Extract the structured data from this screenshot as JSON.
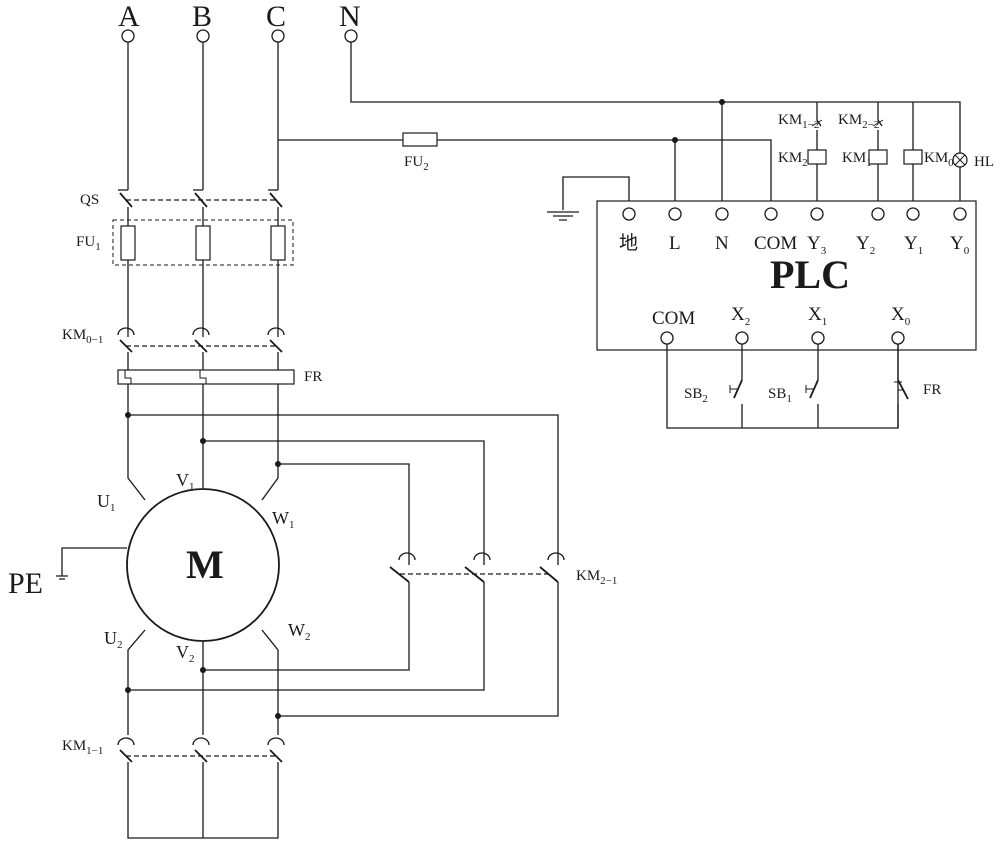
{
  "phases": {
    "a": "A",
    "b": "B",
    "c": "C",
    "n": "N"
  },
  "components": {
    "qs": "QS",
    "fu1": {
      "base": "FU",
      "sub": "1"
    },
    "fu2": {
      "base": "FU",
      "sub": "2"
    },
    "km0_1": {
      "base": "KM",
      "sub": "0−1"
    },
    "fr": "FR",
    "km1_1": {
      "base": "KM",
      "sub": "1−1"
    },
    "km2_1": {
      "base": "KM",
      "sub": "2−1"
    },
    "pe": "PE",
    "hl": "HL"
  },
  "motor": {
    "label": "M",
    "u1": {
      "base": "U",
      "sub": "1"
    },
    "v1": {
      "base": "V",
      "sub": "1"
    },
    "w1": {
      "base": "W",
      "sub": "1"
    },
    "u2": {
      "base": "U",
      "sub": "2"
    },
    "v2": {
      "base": "V",
      "sub": "2"
    },
    "w2": {
      "base": "W",
      "sub": "2"
    }
  },
  "plc": {
    "title": "PLC",
    "outputs": [
      {
        "base": "地",
        "sub": ""
      },
      {
        "base": "L",
        "sub": ""
      },
      {
        "base": "N",
        "sub": ""
      },
      {
        "base": "COM",
        "sub": ""
      },
      {
        "base": "Y",
        "sub": "3"
      },
      {
        "base": "Y",
        "sub": "2"
      },
      {
        "base": "Y",
        "sub": "1"
      },
      {
        "base": "Y",
        "sub": "0"
      }
    ],
    "inputs": [
      {
        "base": "COM",
        "sub": ""
      },
      {
        "base": "X",
        "sub": "2"
      },
      {
        "base": "X",
        "sub": "1"
      },
      {
        "base": "X",
        "sub": "0"
      }
    ]
  },
  "coils": {
    "km1_2": {
      "base": "KM",
      "sub": "1−2"
    },
    "km2_2": {
      "base": "KM",
      "sub": "2−2"
    },
    "km2": {
      "base": "KM",
      "sub": "2"
    },
    "km1": {
      "base": "KM",
      "sub": "1"
    },
    "km0": {
      "base": "KM",
      "sub": "0"
    }
  },
  "buttons": {
    "sb2": {
      "base": "SB",
      "sub": "2"
    },
    "sb1": {
      "base": "SB",
      "sub": "1"
    },
    "fr": "FR"
  }
}
